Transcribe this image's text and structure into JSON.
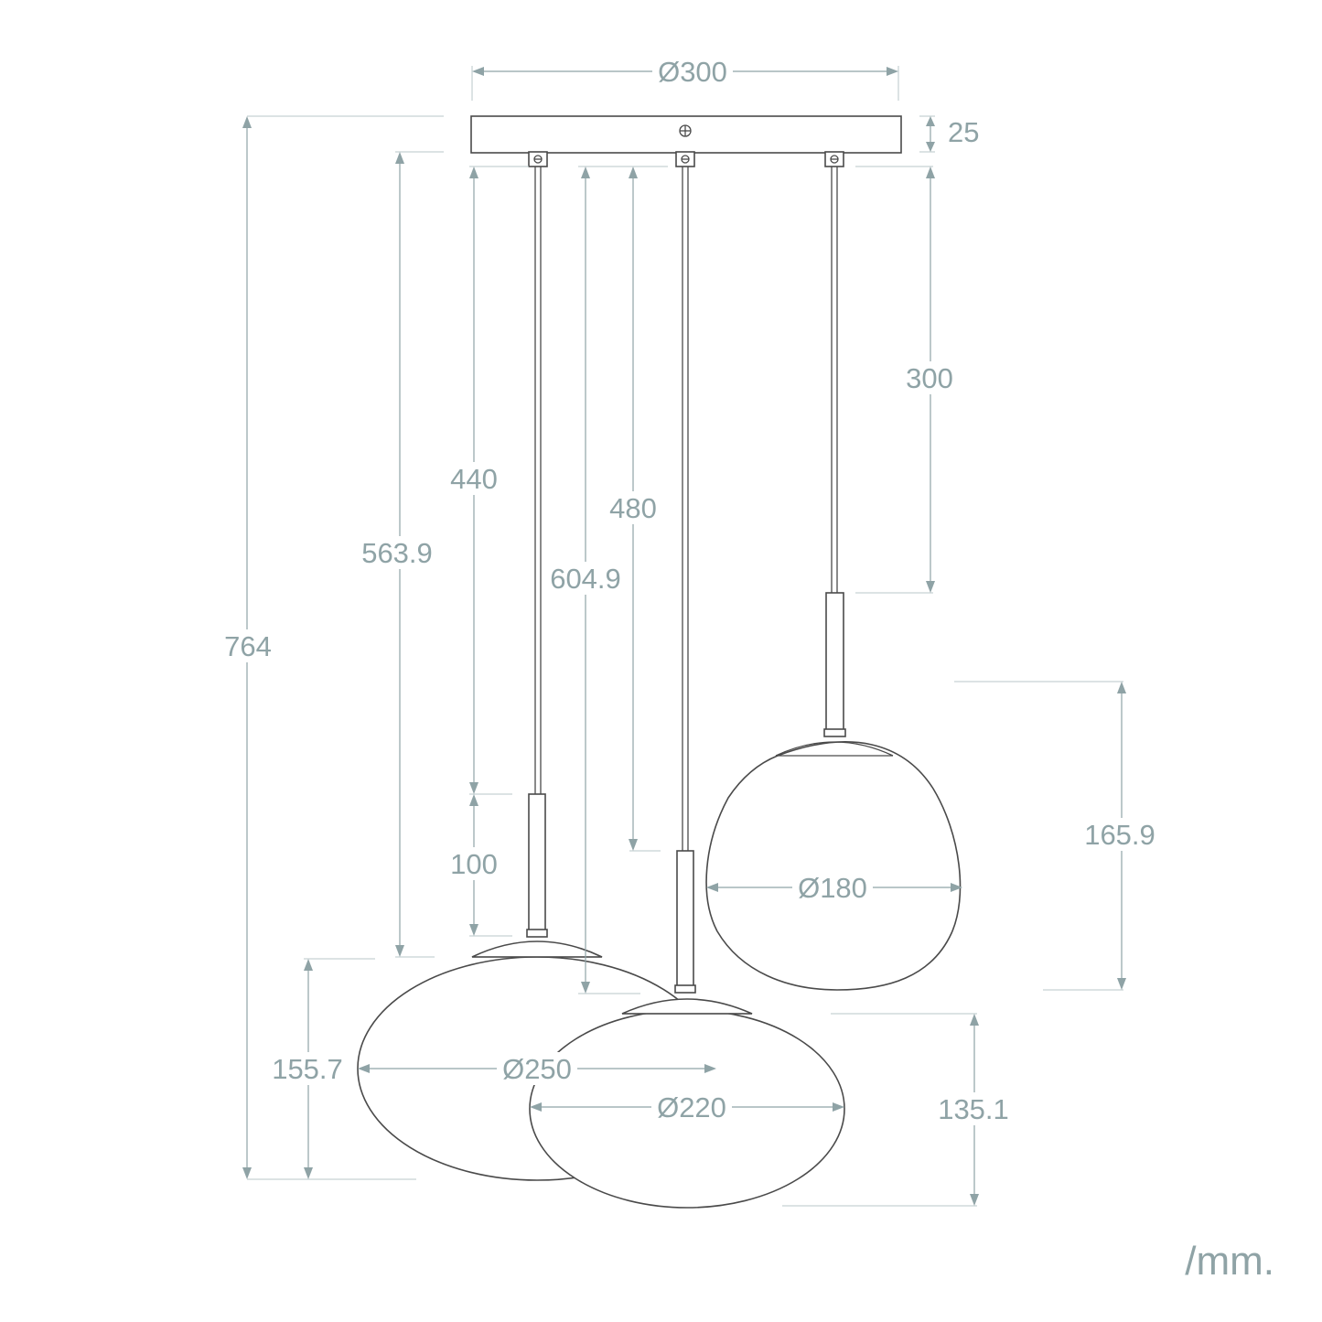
{
  "diagram": {
    "unit_label": "/mm.",
    "canopy": {
      "diameter_label": "Ø300",
      "height_label": "25"
    },
    "dimensions": {
      "overall_height": "764",
      "left_drop_total": "563.9",
      "left_cable": "440",
      "left_stem": "100",
      "middle_drop_total": "604.9",
      "middle_cable": "480",
      "right_cable": "300"
    },
    "shades": {
      "left": {
        "diameter_label": "Ø250",
        "height_label": "155.7"
      },
      "middle": {
        "diameter_label": "Ø220",
        "height_label": "135.1"
      },
      "right": {
        "diameter_label": "Ø180",
        "height_label": "165.9"
      }
    },
    "colors": {
      "line": "#4a4a4a",
      "dimension": "#8fa3a6"
    }
  }
}
